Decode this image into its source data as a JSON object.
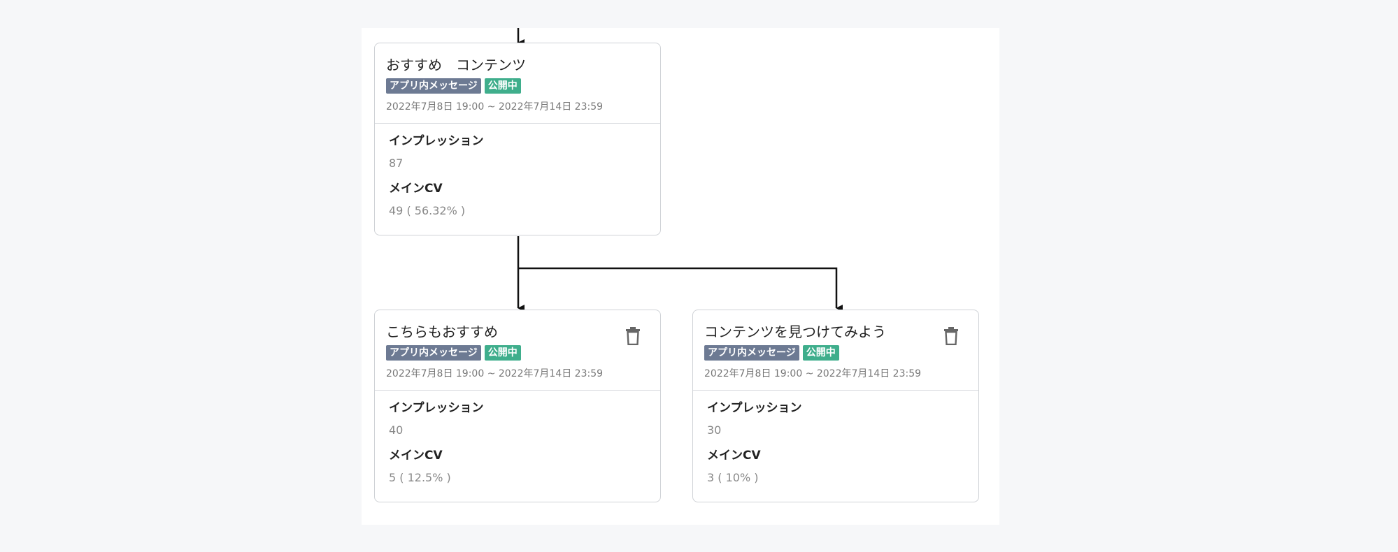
{
  "cards": [
    {
      "title": "おすすめ　コンテンツ",
      "channel": "アプリ内メッセージ",
      "status": "公開中",
      "period": "2022年7月8日 19:00 ~ 2022年7月14日 23:59",
      "impression_label": "インプレッション",
      "impression_value": "87",
      "cv_label": "メインCV",
      "cv_value": "49 ( 56.32% )"
    },
    {
      "title": "こちらもおすすめ",
      "channel": "アプリ内メッセージ",
      "status": "公開中",
      "period": "2022年7月8日 19:00 ~ 2022年7月14日 23:59",
      "impression_label": "インプレッション",
      "impression_value": "40",
      "cv_label": "メインCV",
      "cv_value": "5 ( 12.5% )"
    },
    {
      "title": "コンテンツを見つけてみよう",
      "channel": "アプリ内メッセージ",
      "status": "公開中",
      "period": "2022年7月8日 19:00 ~ 2022年7月14日 23:59",
      "impression_label": "インプレッション",
      "impression_value": "30",
      "cv_label": "メインCV",
      "cv_value": "3 ( 10% )"
    }
  ],
  "colors": {
    "channel_badge": "#6d7a93",
    "status_badge": "#3fae8c",
    "connector": "#111111"
  },
  "icons": [
    "trash-icon",
    "arrow-down-icon"
  ]
}
